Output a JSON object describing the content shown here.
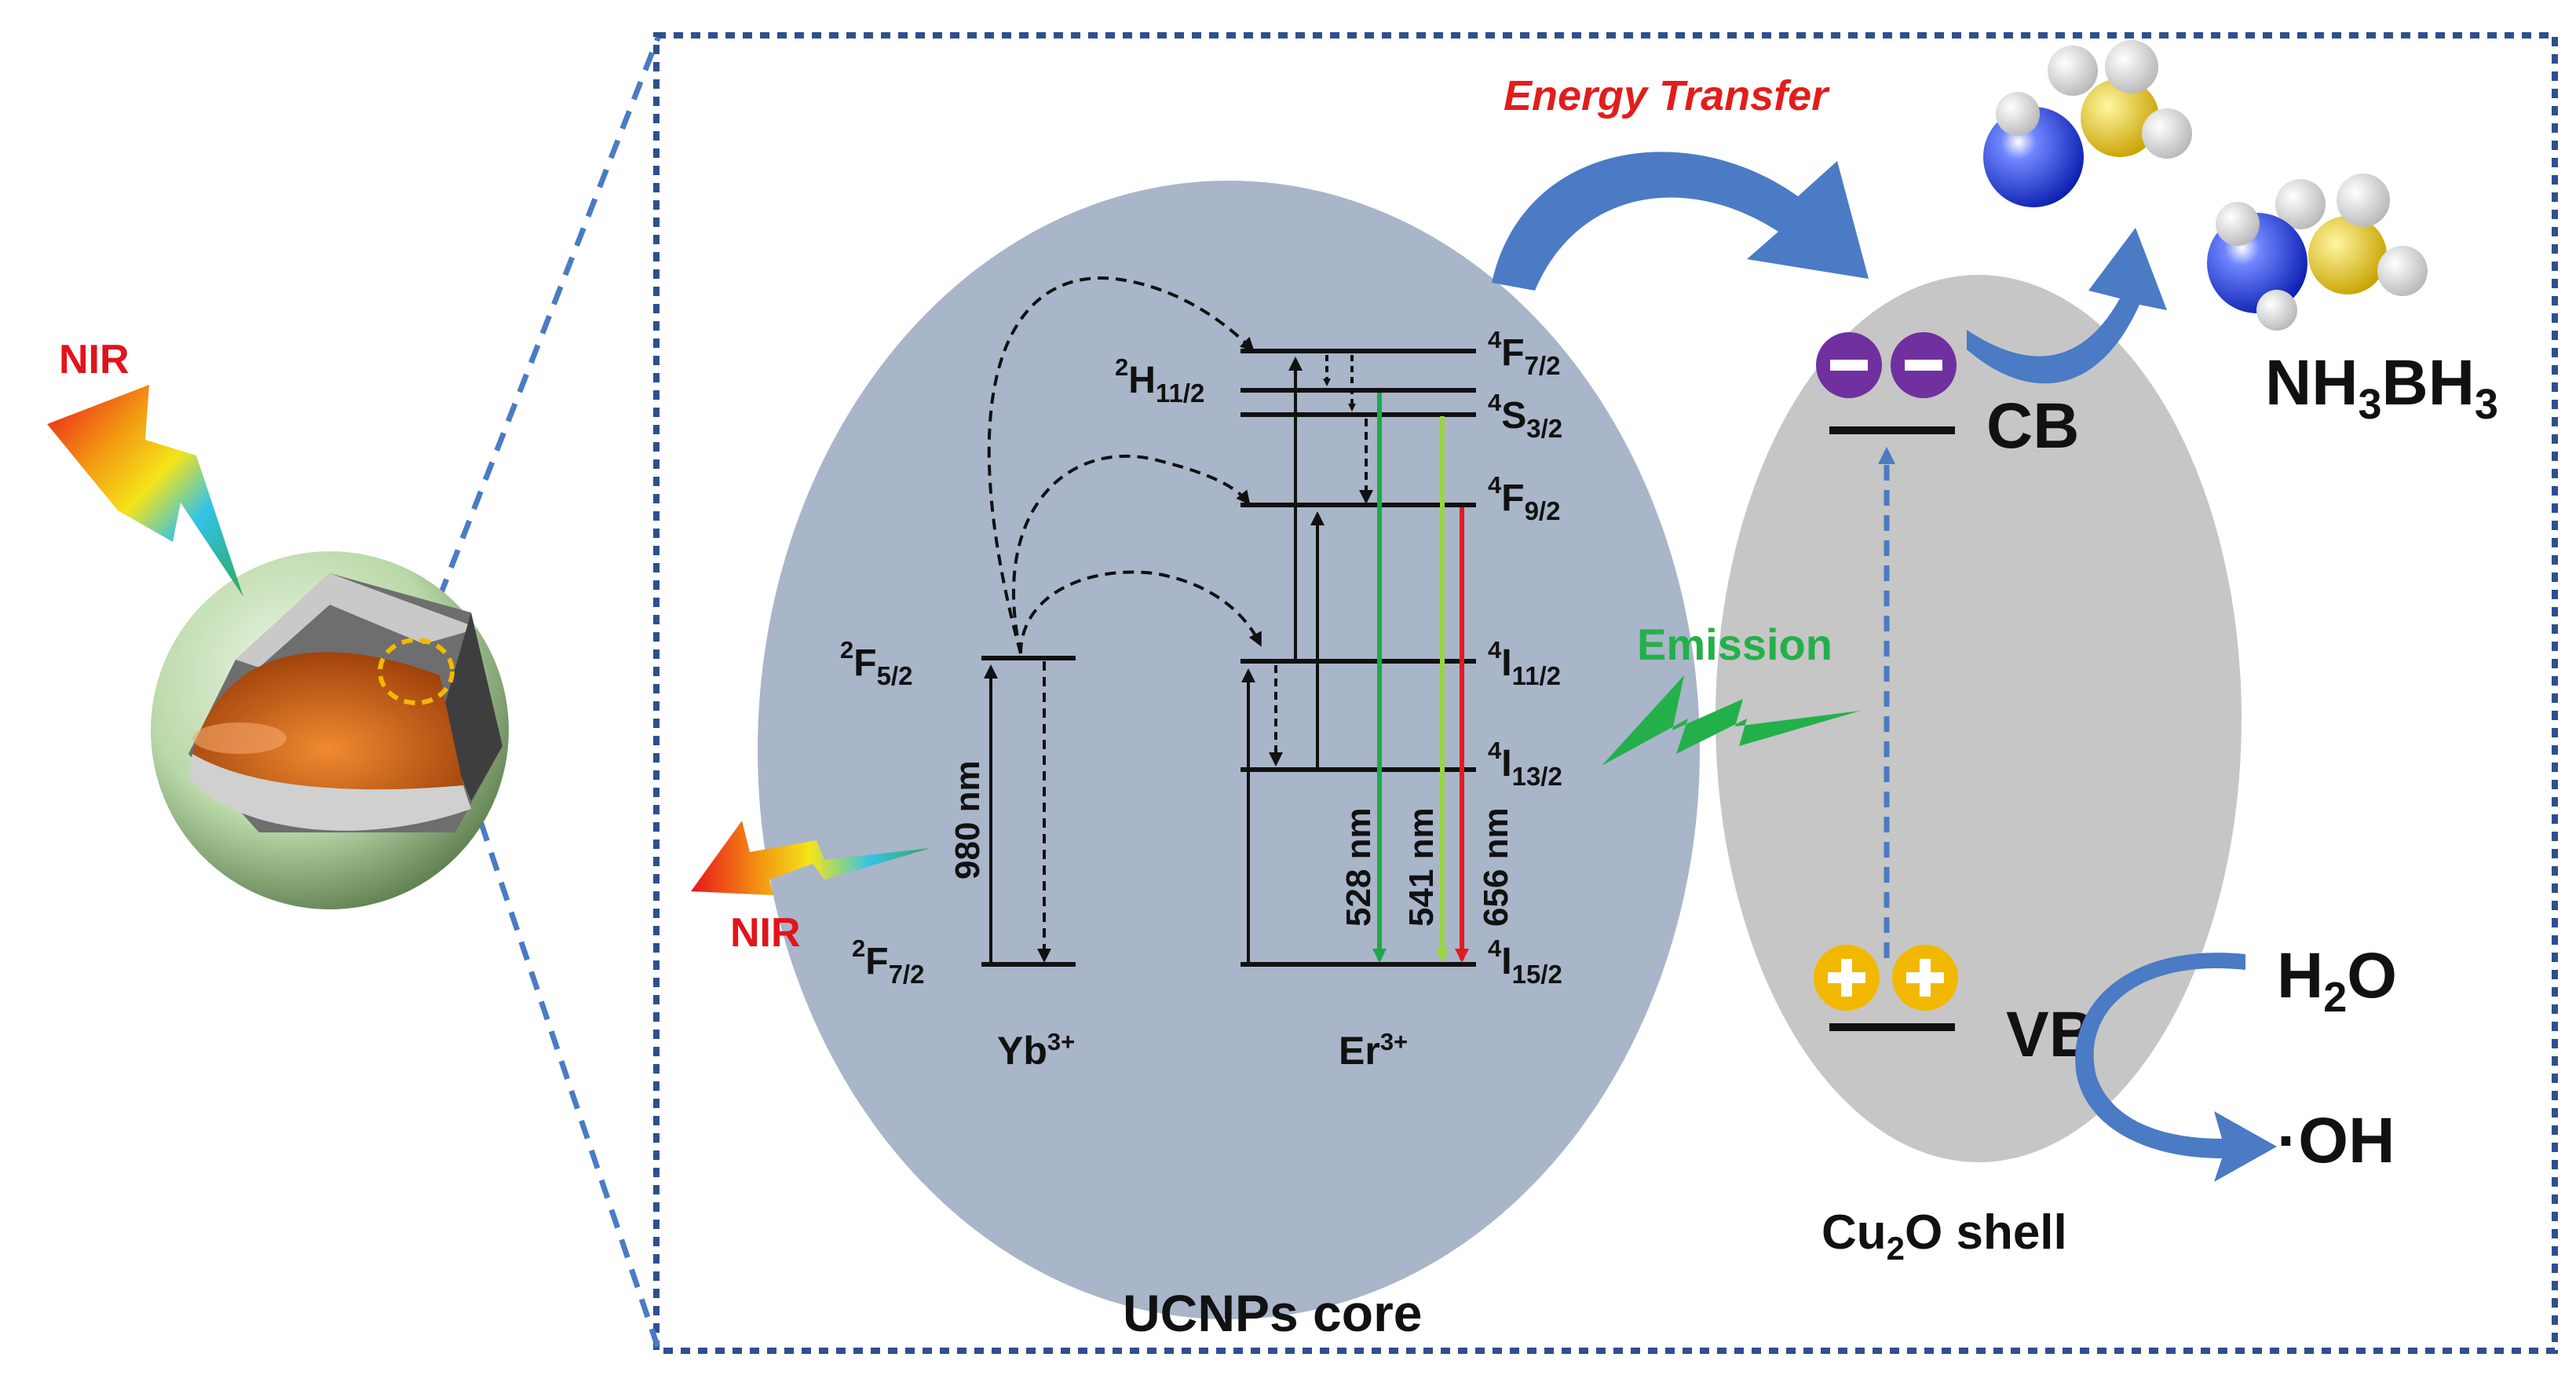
{
  "labels": {
    "nir_left": "NIR",
    "nir_core": "NIR",
    "energy_transfer": "Energy Transfer",
    "emission": "Emission",
    "ucnps_core": "UCNPs core",
    "shell_main": "Cu",
    "shell_sub": "2",
    "shell_rest": "O shell",
    "cb": "CB",
    "vb": "VB",
    "yb_ion": "Yb",
    "yb_charge": "3+",
    "er_ion": "Er",
    "er_charge": "3+"
  },
  "levels": {
    "f52": {
      "sup": "2",
      "main": "F",
      "sub": "5/2"
    },
    "f72": {
      "sup": "2",
      "main": "F",
      "sub": "7/2"
    },
    "er_f72": {
      "sup": "4",
      "main": "F",
      "sub": "7/2"
    },
    "h112": {
      "sup": "2",
      "main": "H",
      "sub": "11/2"
    },
    "s32": {
      "sup": "4",
      "main": "S",
      "sub": "3/2"
    },
    "f92": {
      "sup": "4",
      "main": "F",
      "sub": "9/2"
    },
    "i112": {
      "sup": "4",
      "main": "I",
      "sub": "11/2"
    },
    "i132": {
      "sup": "4",
      "main": "I",
      "sub": "13/2"
    },
    "i152": {
      "sup": "4",
      "main": "I",
      "sub": "15/2"
    }
  },
  "wavelengths": {
    "pump": "980 nm",
    "green1": "528 nm",
    "green2": "541 nm",
    "red": "656 nm"
  },
  "molecules": {
    "ab_nh": "NH",
    "ab_sub1": "3",
    "ab_bh": "BH",
    "ab_sub2": "3",
    "water_h": "H",
    "water_sub": "2",
    "water_o": "O",
    "radical": "·OH"
  },
  "colors": {
    "core_ellipse": "#a9b5c9",
    "shell_ellipse": "#c6c6c6",
    "arrow_blue": "#4a7bc4",
    "dashed_box": "#2f4f8f",
    "electron": "#7030a0",
    "hole": "#f2b800",
    "green_emission": "#1ea84a",
    "lightgreen_emission": "#9bd443",
    "red_emission": "#e01b22",
    "nitrogen": "#1d3ad8",
    "boron": "#e0c000"
  }
}
